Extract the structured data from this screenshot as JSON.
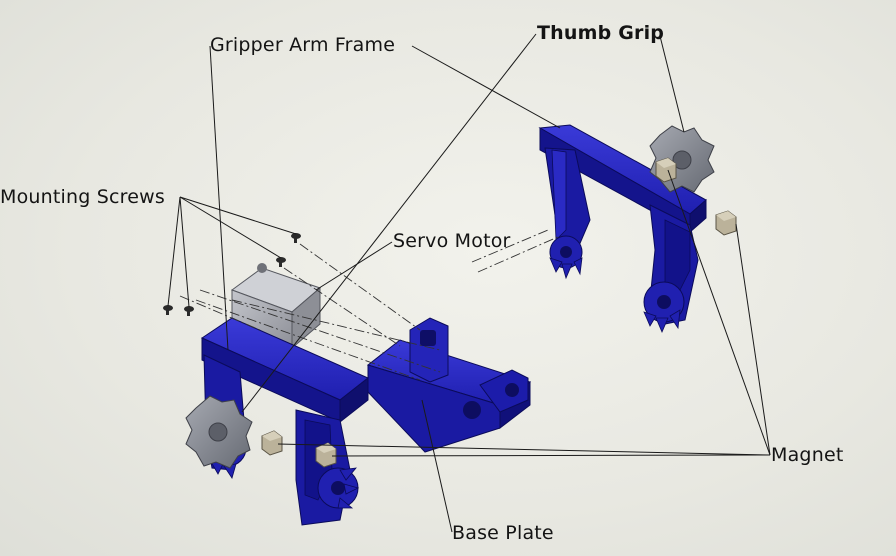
{
  "labels": {
    "gripper_arm_frame": "Gripper Arm Frame",
    "thumb_grip": "Thumb Grip",
    "mounting_screws": "Mounting Screws",
    "servo_motor": "Servo Motor",
    "magnet": "Magnet",
    "base_plate": "Base Plate"
  },
  "colors": {
    "background": "#e9e9e3",
    "part_blue": "#1c1ca8",
    "part_blue_dark": "#0e0e70",
    "part_blue_light": "#3434d2",
    "grip_gray": "#8a8d96",
    "servo_gray": "#a9abb1",
    "magnet_tan": "#b8ad95",
    "leader_line": "#1a1a1a"
  },
  "icons": [
    "thumb-grip-gear-icon",
    "servo-motor-icon",
    "magnet-cube-icon",
    "screw-icon"
  ]
}
